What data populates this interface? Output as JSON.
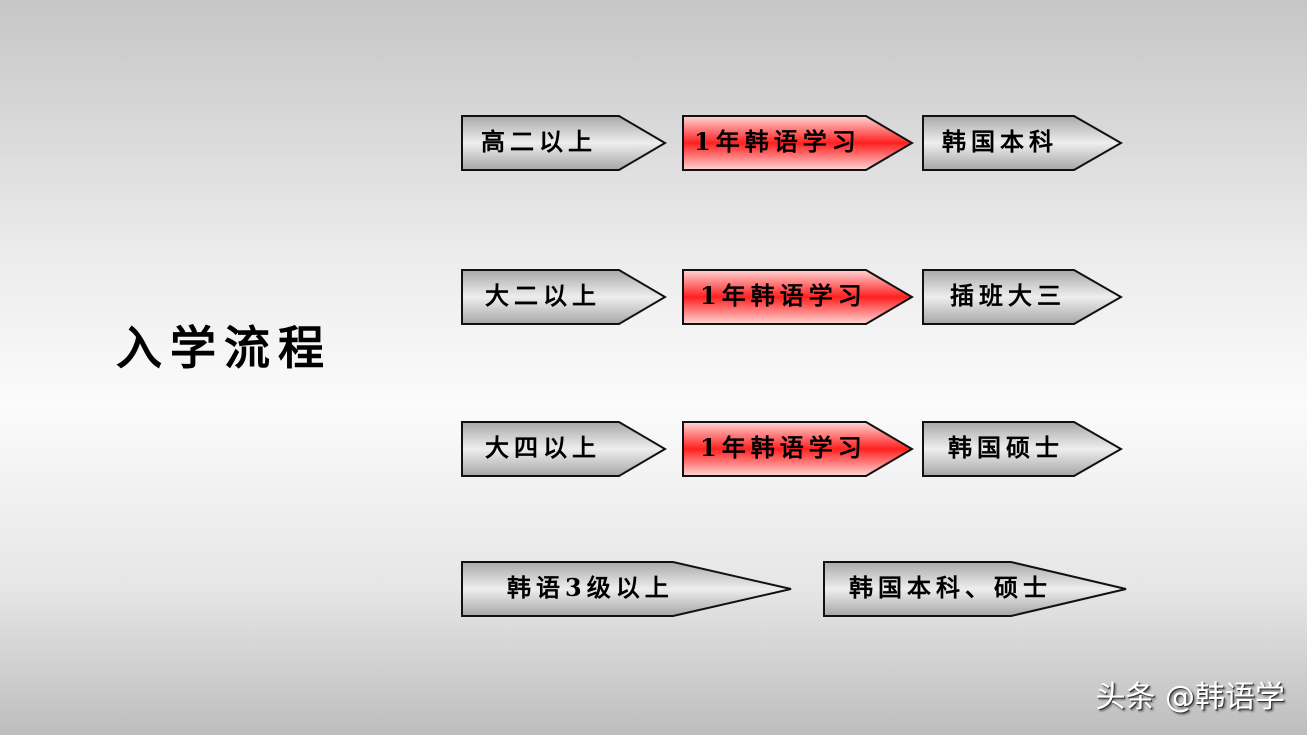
{
  "title": "入学流程",
  "rows": [
    {
      "requirement": "高二以上",
      "study": "1年韩语学习",
      "result": "韩国本科"
    },
    {
      "requirement": "大二以上",
      "study": "1年韩语学习",
      "result": "插班大三"
    },
    {
      "requirement": "大四以上",
      "study": "1年韩语学习",
      "result": "韩国硕士"
    },
    {
      "requirement": "韩语3级以上",
      "result": "韩国本科、硕士"
    }
  ],
  "watermark": "头条 @韩语学",
  "colors": {
    "gray_light": "#ececec",
    "gray_dark": "#a9a9a9",
    "red": "#ff2020",
    "pink": "#ffd6d6"
  }
}
